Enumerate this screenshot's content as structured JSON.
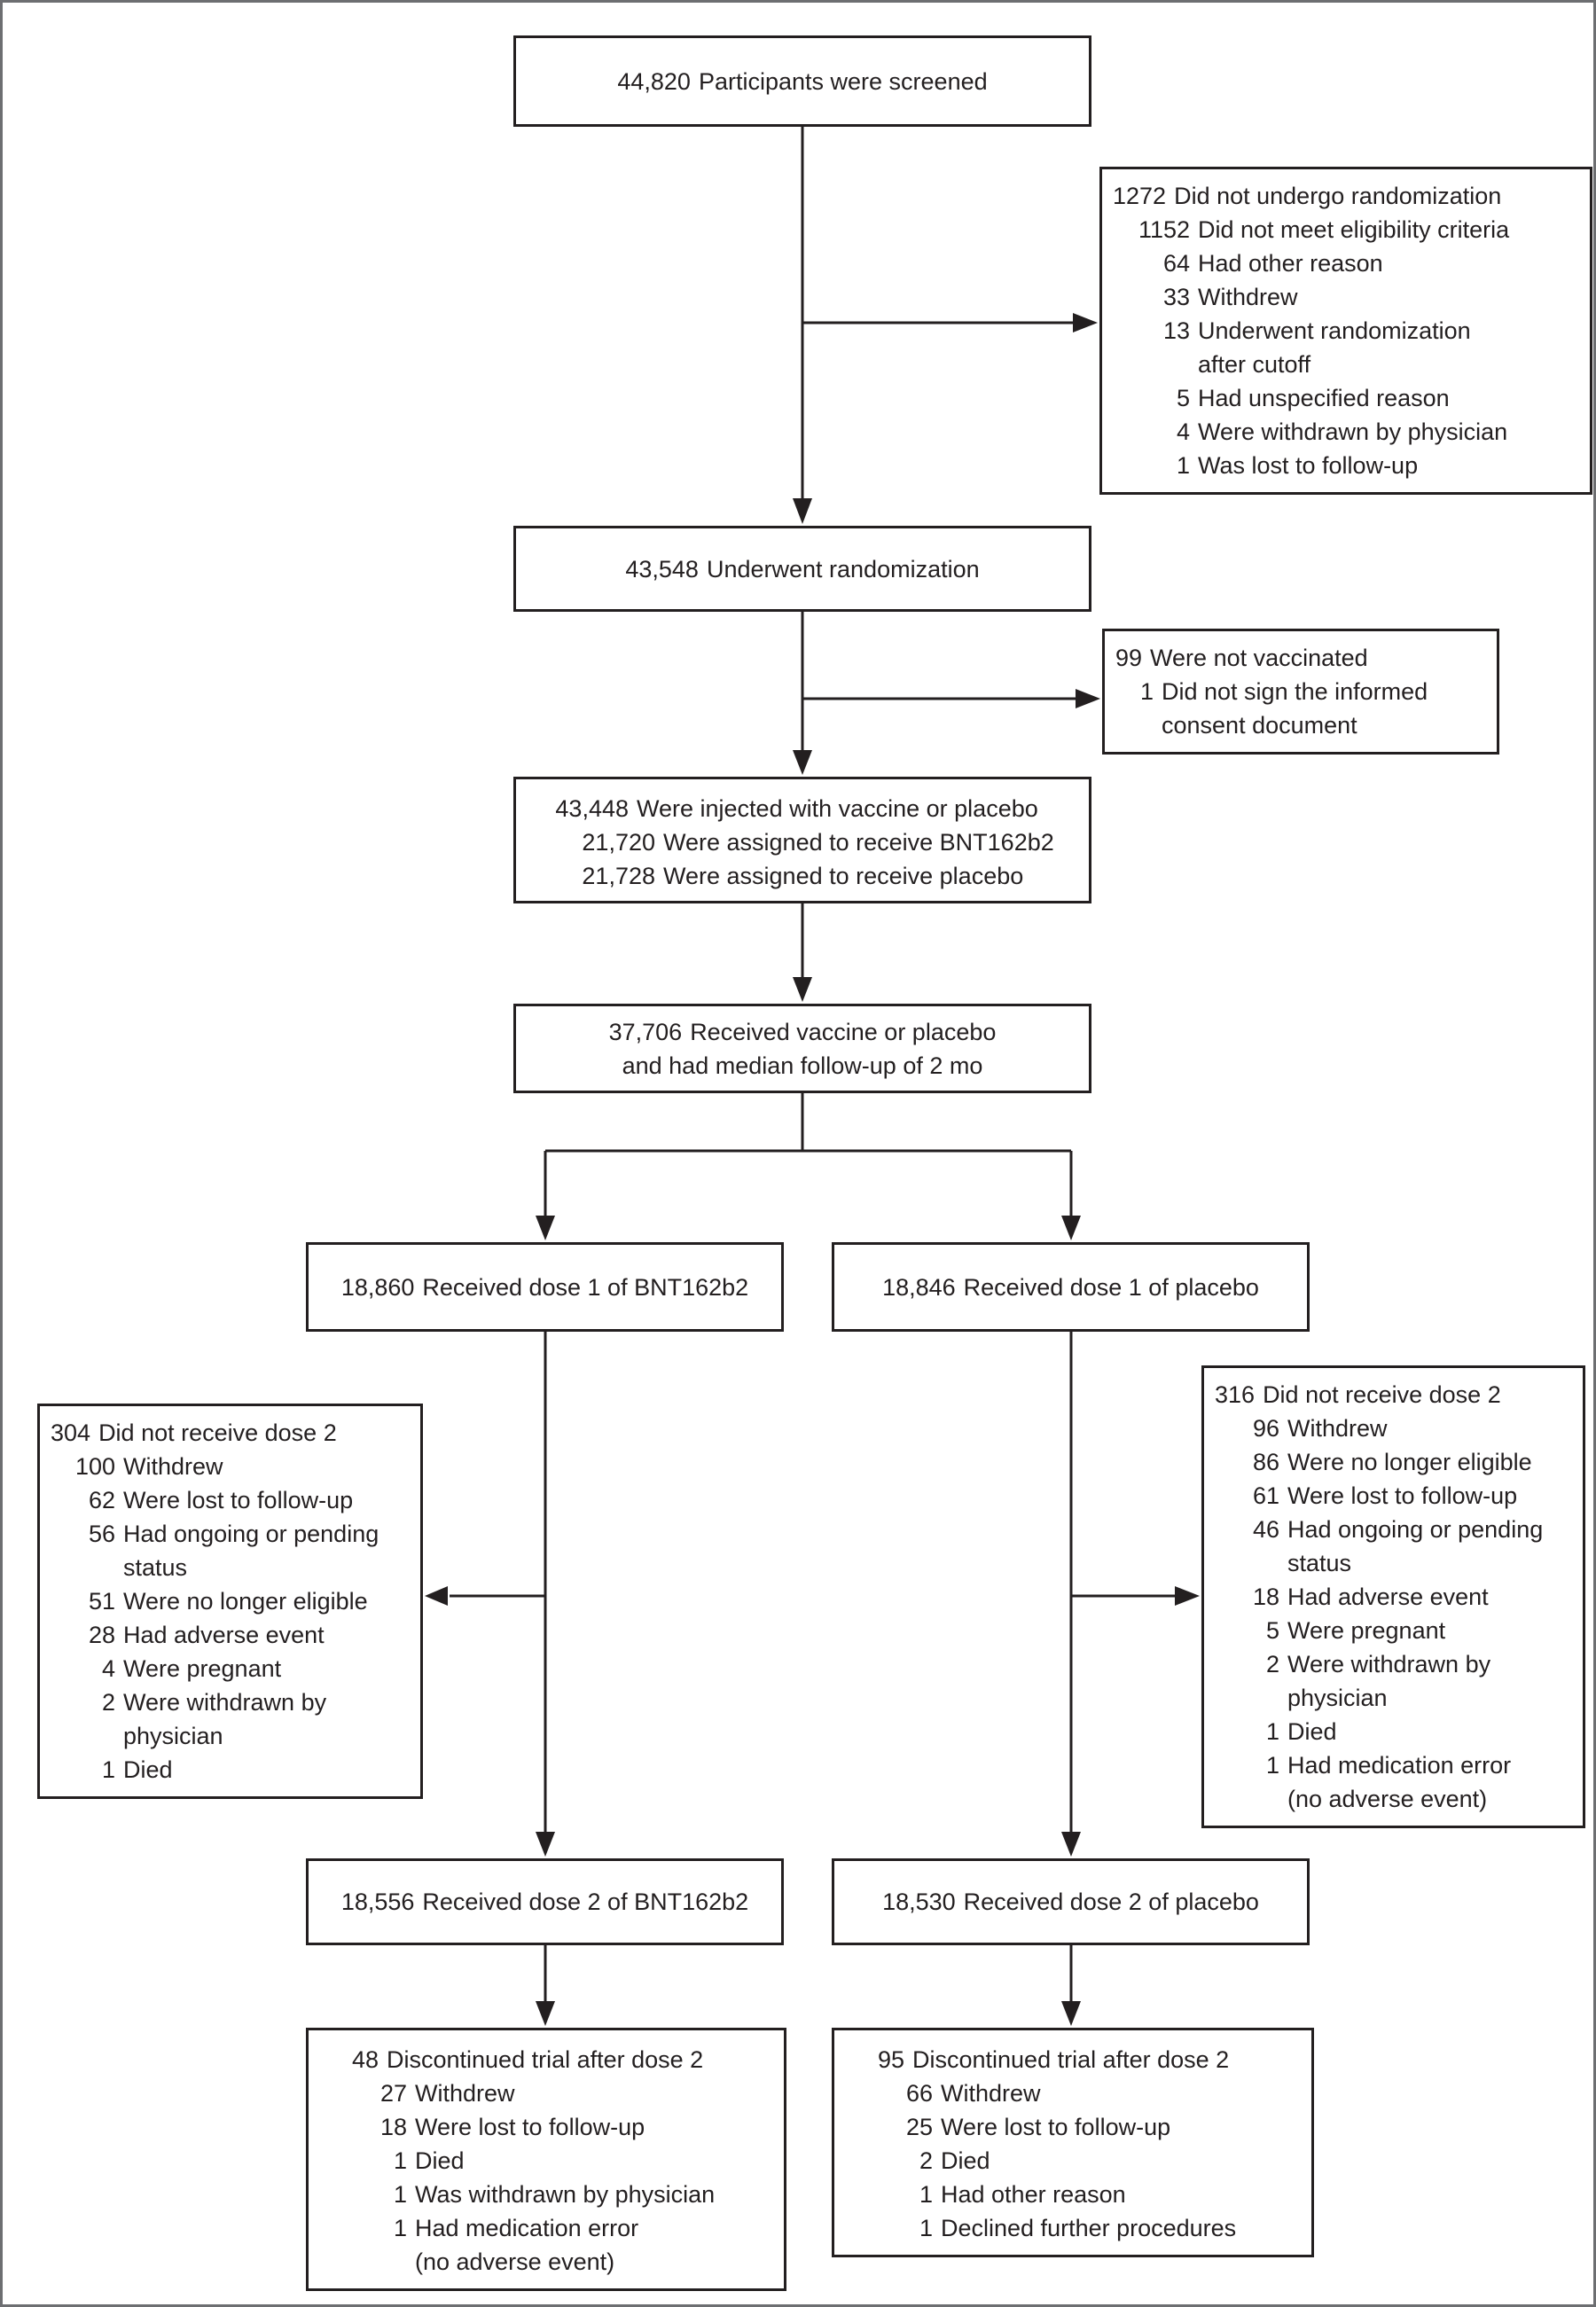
{
  "colors": {
    "ink": "#231f20",
    "frame": "#6d6e71",
    "background": "#ffffff"
  },
  "boxes": {
    "screened": {
      "num": "44,820",
      "label": "Participants were screened"
    },
    "not_randomized": {
      "num": "1272",
      "label": "Did not undergo randomization",
      "items": [
        {
          "num": "1152",
          "label": "Did not meet eligibility criteria"
        },
        {
          "num": "64",
          "label": "Had other reason"
        },
        {
          "num": "33",
          "label": "Withdrew"
        },
        {
          "num": "13",
          "label": "Underwent randomization",
          "cont": "after cutoff"
        },
        {
          "num": "5",
          "label": "Had unspecified reason"
        },
        {
          "num": "4",
          "label": "Were withdrawn by physician"
        },
        {
          "num": "1",
          "label": "Was lost to follow-up"
        }
      ]
    },
    "randomized": {
      "num": "43,548",
      "label": "Underwent randomization"
    },
    "not_vaccinated": {
      "num": "99",
      "label": "Were not vaccinated",
      "items": [
        {
          "num": "1",
          "label": "Did not sign the informed",
          "cont": "consent document"
        }
      ]
    },
    "injected": {
      "num": "43,448",
      "label": "Were injected with vaccine or placebo",
      "items": [
        {
          "num": "21,720",
          "label": "Were assigned to receive BNT162b2"
        },
        {
          "num": "21,728",
          "label": "Were assigned to receive placebo"
        }
      ]
    },
    "followup": {
      "num": "37,706",
      "label": "Received vaccine or placebo",
      "label2": "and had median follow-up of 2 mo"
    },
    "dose1_vaccine": {
      "num": "18,860",
      "label": "Received dose 1 of BNT162b2"
    },
    "dose1_placebo": {
      "num": "18,846",
      "label": "Received dose 1 of placebo"
    },
    "no_dose2_vaccine": {
      "num": "304",
      "label": "Did not receive dose 2",
      "items": [
        {
          "num": "100",
          "label": "Withdrew"
        },
        {
          "num": "62",
          "label": "Were lost to follow-up"
        },
        {
          "num": "56",
          "label": "Had ongoing or pending",
          "cont": "status"
        },
        {
          "num": "51",
          "label": "Were no longer eligible"
        },
        {
          "num": "28",
          "label": "Had adverse event"
        },
        {
          "num": "4",
          "label": "Were pregnant"
        },
        {
          "num": "2",
          "label": "Were withdrawn by",
          "cont": "physician"
        },
        {
          "num": "1",
          "label": "Died"
        }
      ]
    },
    "no_dose2_placebo": {
      "num": "316",
      "label": "Did not receive dose 2",
      "items": [
        {
          "num": "96",
          "label": "Withdrew"
        },
        {
          "num": "86",
          "label": "Were no longer eligible"
        },
        {
          "num": "61",
          "label": "Were lost to follow-up"
        },
        {
          "num": "46",
          "label": "Had ongoing or pending",
          "cont": "status"
        },
        {
          "num": "18",
          "label": "Had adverse event"
        },
        {
          "num": "5",
          "label": "Were pregnant"
        },
        {
          "num": "2",
          "label": "Were withdrawn by",
          "cont": "physician"
        },
        {
          "num": "1",
          "label": "Died"
        },
        {
          "num": "1",
          "label": "Had medication error",
          "cont": "(no adverse event)"
        }
      ]
    },
    "dose2_vaccine": {
      "num": "18,556",
      "label": "Received dose 2 of BNT162b2"
    },
    "dose2_placebo": {
      "num": "18,530",
      "label": "Received dose 2 of placebo"
    },
    "discontinued_vaccine": {
      "num": "48",
      "label": "Discontinued trial after dose 2",
      "items": [
        {
          "num": "27",
          "label": "Withdrew"
        },
        {
          "num": "18",
          "label": "Were lost to follow-up"
        },
        {
          "num": "1",
          "label": "Died"
        },
        {
          "num": "1",
          "label": "Was withdrawn by physician"
        },
        {
          "num": "1",
          "label": "Had medication error",
          "cont": "(no adverse event)"
        }
      ]
    },
    "discontinued_placebo": {
      "num": "95",
      "label": "Discontinued trial after dose 2",
      "items": [
        {
          "num": "66",
          "label": "Withdrew"
        },
        {
          "num": "25",
          "label": "Were lost to follow-up"
        },
        {
          "num": "2",
          "label": "Died"
        },
        {
          "num": "1",
          "label": "Had other reason"
        },
        {
          "num": "1",
          "label": "Declined further procedures"
        }
      ]
    }
  }
}
